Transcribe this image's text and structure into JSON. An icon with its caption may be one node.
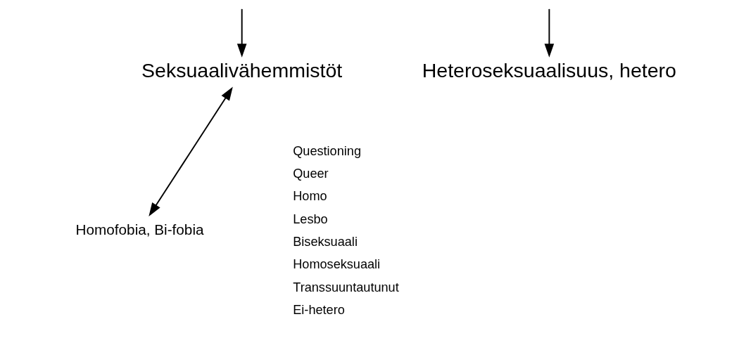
{
  "diagram": {
    "nodes": [
      {
        "text": [
          "Seksuaalivähemmistöt"
        ]
      },
      {
        "text": [
          "Heteroseksuaalisuus, hetero"
        ]
      },
      {
        "text": [
          "Homofobia, Bi-fobia"
        ]
      }
    ],
    "edges": [
      {
        "from": null,
        "to": 0,
        "arrow": "to"
      },
      {
        "from": null,
        "to": 1,
        "arrow": "to"
      },
      {
        "from": 0,
        "to": 2,
        "arrow": "both"
      }
    ],
    "labels": [
      "Questioning",
      "Queer",
      "Homo",
      "Lesbo",
      "Biseksuaali",
      "Homoseksuaali",
      "Transsuuntautunut",
      "Ei-hetero"
    ]
  }
}
